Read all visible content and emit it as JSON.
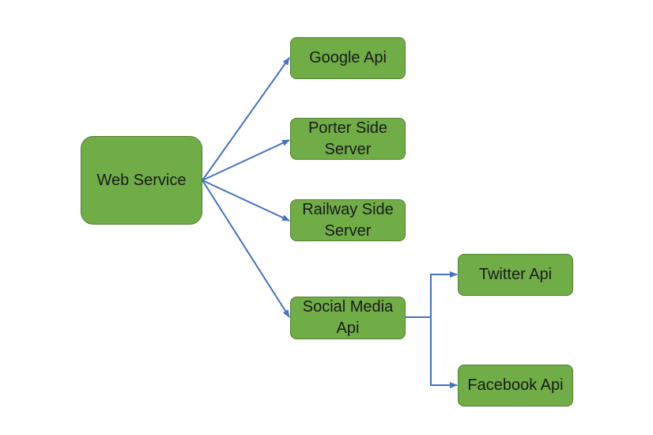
{
  "colors": {
    "node_fill": "#70ad47",
    "node_border": "#507e32",
    "connector": "#4472c4",
    "text": "#1a1a1a"
  },
  "nodes": {
    "web_service": {
      "label": "Web Service"
    },
    "google_api": {
      "label": "Google Api"
    },
    "porter_side_server": {
      "label": "Porter Side Server"
    },
    "railway_side_server": {
      "label": "Railway Side Server"
    },
    "social_media_api": {
      "label": "Social Media Api"
    },
    "twitter_api": {
      "label": "Twitter Api"
    },
    "facebook_api": {
      "label": "Facebook Api"
    }
  },
  "edges": [
    {
      "from": "web_service",
      "to": "google_api"
    },
    {
      "from": "web_service",
      "to": "porter_side_server"
    },
    {
      "from": "web_service",
      "to": "railway_side_server"
    },
    {
      "from": "web_service",
      "to": "social_media_api"
    },
    {
      "from": "social_media_api",
      "to": "twitter_api"
    },
    {
      "from": "social_media_api",
      "to": "facebook_api"
    }
  ]
}
